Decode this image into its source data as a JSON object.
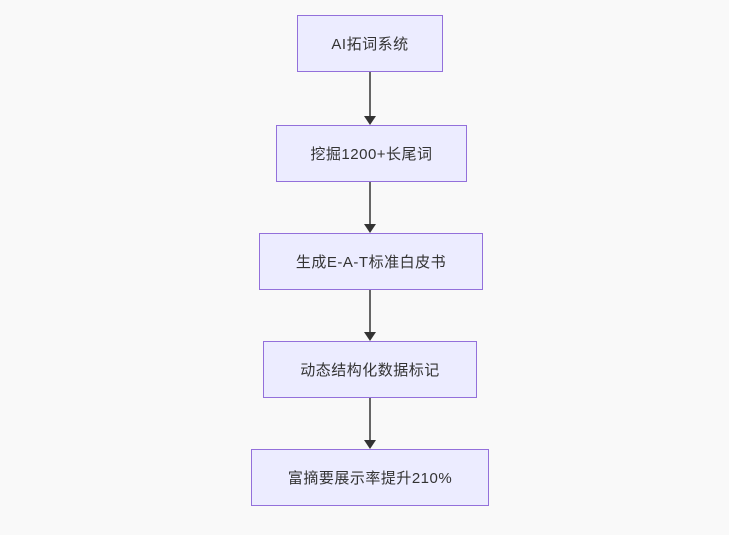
{
  "diagram": {
    "type": "flowchart",
    "direction": "top-down",
    "colors": {
      "background": "#f9f9f9",
      "node_fill": "#ECECFF",
      "node_border": "#9370DB",
      "text_color": "#333333",
      "edge_color": "#666666",
      "arrowhead_color": "#333333"
    },
    "nodes": [
      {
        "label": "AI拓词系统"
      },
      {
        "label": "挖掘1200+长尾词"
      },
      {
        "label": "生成E-A-T标准白皮书"
      },
      {
        "label": "动态结构化数据标记"
      },
      {
        "label": "富摘要展示率提升210%"
      }
    ],
    "edges": [
      {
        "from": 0,
        "to": 1
      },
      {
        "from": 1,
        "to": 2
      },
      {
        "from": 2,
        "to": 3
      },
      {
        "from": 3,
        "to": 4
      }
    ]
  }
}
